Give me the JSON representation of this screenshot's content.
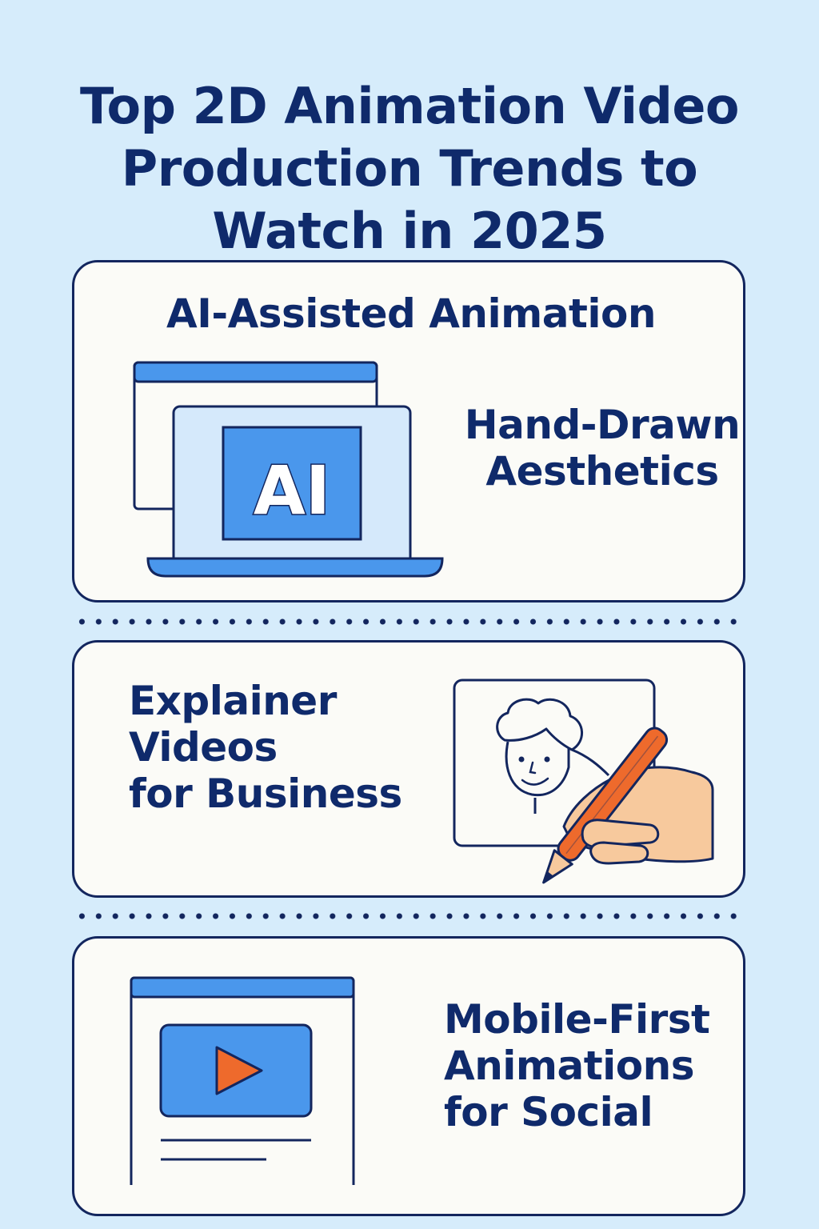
{
  "title": {
    "line1": "Top 2D Animation Video",
    "line2": "Production Trends to",
    "line3": "Watch in 2025"
  },
  "cards": [
    {
      "heading": "AI-Assisted Animation",
      "side_text": {
        "line1": "Hand-Drawn",
        "line2": "Aesthetics"
      },
      "icon_text": "AI",
      "icon": "laptop-ai-icon"
    },
    {
      "text": {
        "line1": "Explainer",
        "line2": "Videos",
        "line3": "for Business"
      },
      "icon": "hand-drawing-face-icon"
    },
    {
      "text": {
        "line1": "Mobile-First",
        "line2": "Animations",
        "line3": "for Social"
      },
      "icon": "video-play-window-icon"
    }
  ],
  "colors": {
    "background": "#d6ecfb",
    "navy": "#0f2a6b",
    "outline": "#13265e",
    "card": "#fbfbf7",
    "blue": "#4a97ec",
    "light_blue": "#d5e9fb",
    "orange": "#ee6a2c",
    "skin": "#f7c99d"
  }
}
